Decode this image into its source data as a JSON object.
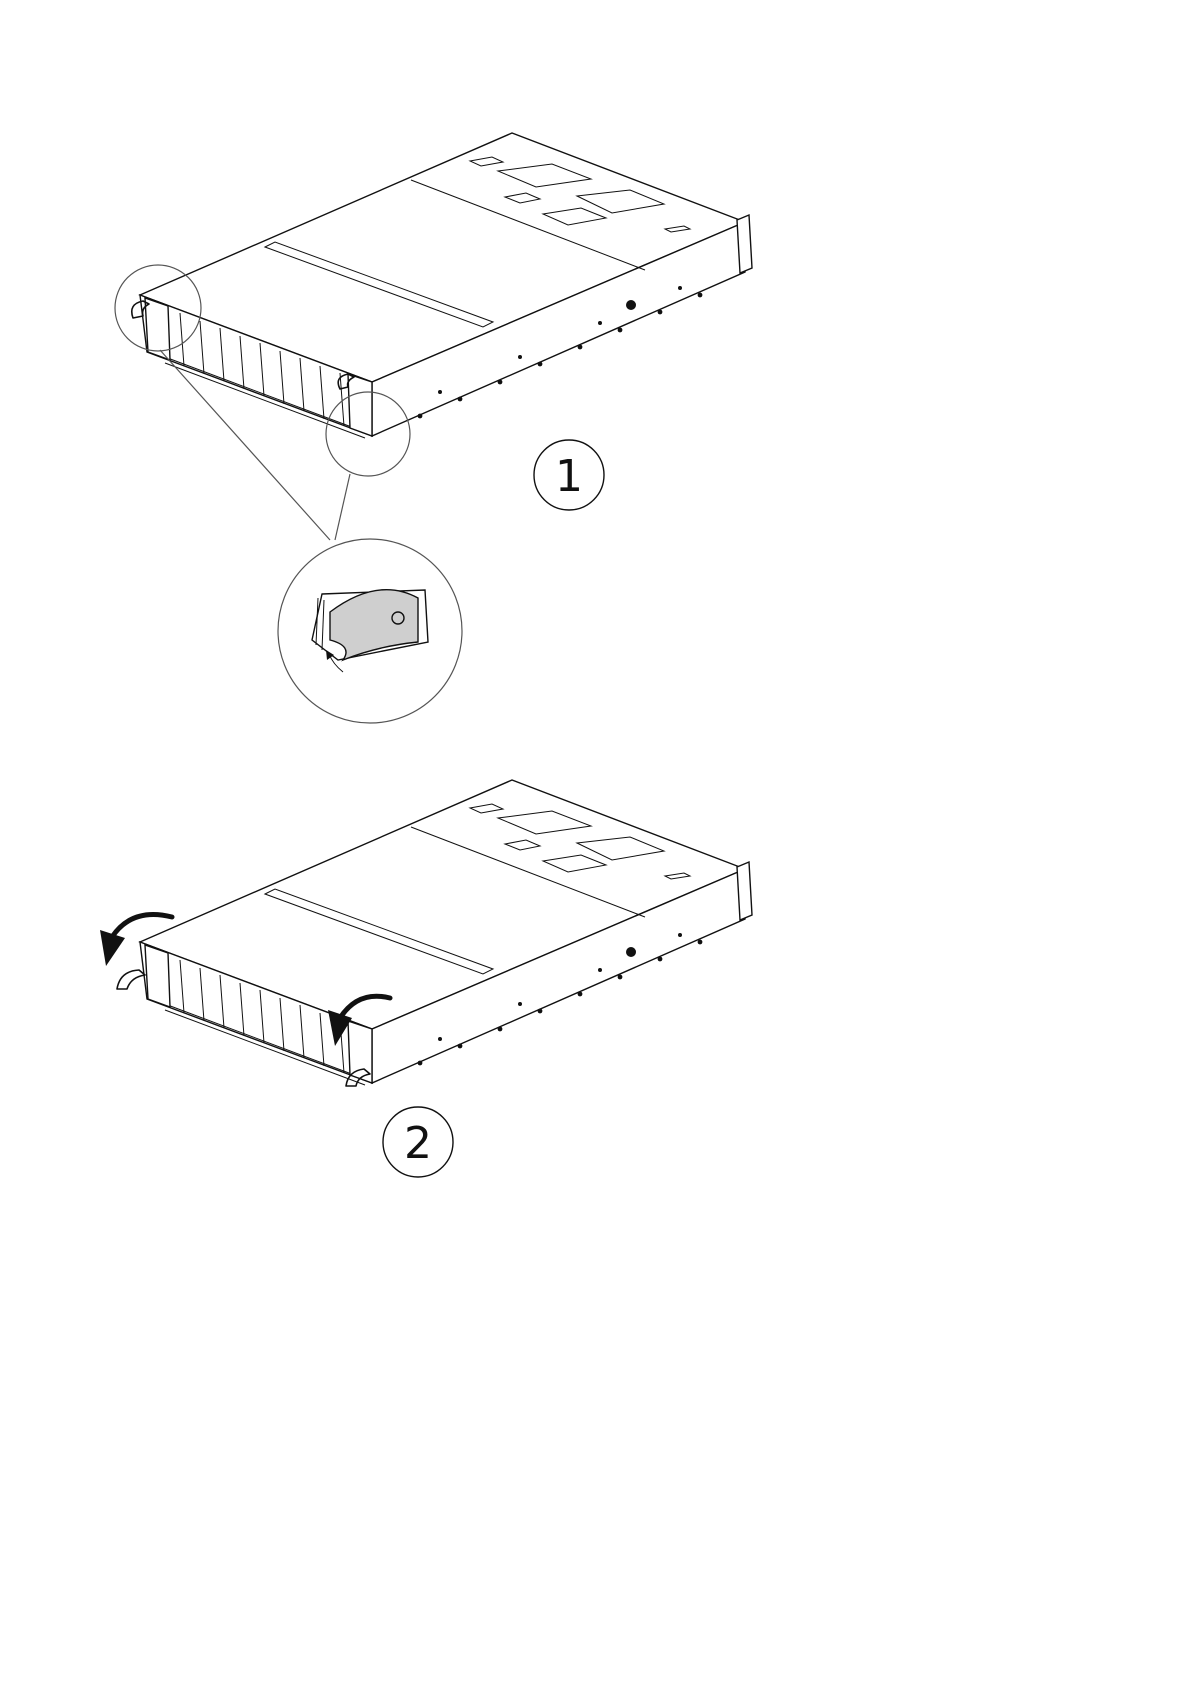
{
  "steps": [
    {
      "number": "1"
    },
    {
      "number": "2"
    }
  ],
  "colors": {
    "line": "#111111",
    "callout": "#555555",
    "latch_fill": "#cfcfcf",
    "background": "#ffffff"
  },
  "icons": [
    "chassis",
    "magnifier-callout",
    "release-latch",
    "rotate-arrow"
  ]
}
